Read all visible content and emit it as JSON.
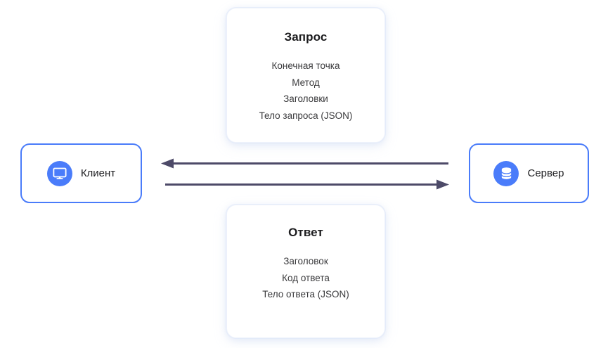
{
  "diagram": {
    "title": "Client-Server Request Response Diagram",
    "background_color": "#ffffff",
    "accent_color": "#4a7cfa",
    "arrow_color": "#4d4a68",
    "text_color": "#3a3a3c",
    "heading_color": "#1c1c1e"
  },
  "nodes": {
    "client": {
      "label": "Клиент",
      "icon": "monitor-icon"
    },
    "server": {
      "label": "Сервер",
      "icon": "database-icon"
    }
  },
  "cards": {
    "request": {
      "title": "Запрос",
      "lines": [
        "Конечная точка",
        "Метод",
        "Заголовки",
        "Тело запроса (JSON)"
      ]
    },
    "response": {
      "title": "Ответ",
      "lines": [
        "Заголовок",
        "Код ответа",
        "Тело ответа (JSON)"
      ]
    }
  },
  "arrows": [
    {
      "name": "response-arrow",
      "direction": "left",
      "from": "server",
      "to": "client"
    },
    {
      "name": "request-arrow",
      "direction": "right",
      "from": "client",
      "to": "server"
    }
  ]
}
